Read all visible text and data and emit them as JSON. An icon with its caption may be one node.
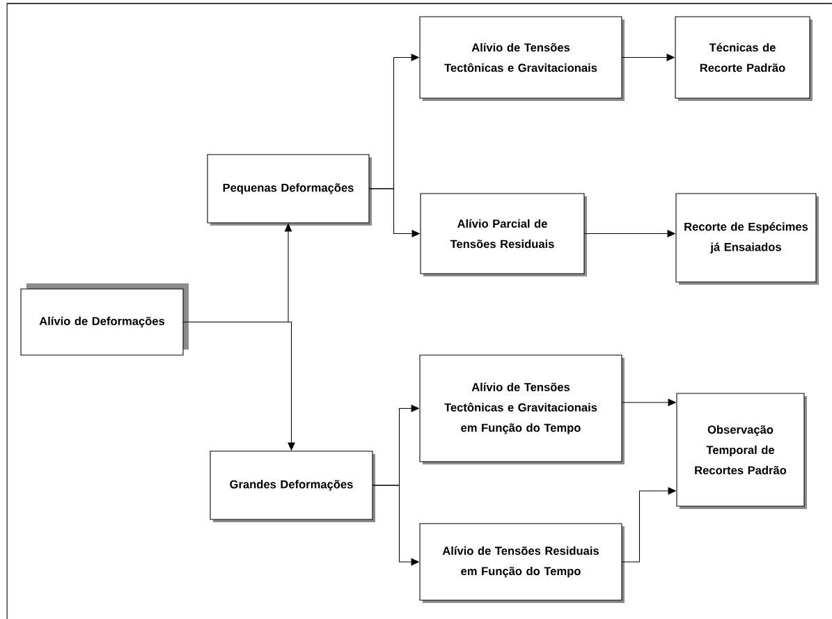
{
  "diagram": {
    "nodes": [
      {
        "text": [
          "Alívio de Deformações"
        ]
      },
      {
        "text": [
          "Pequenas Deformações"
        ]
      },
      {
        "text": [
          "Alívio de Tensões Tectônicas e Gravitacionais"
        ]
      },
      {
        "text": [
          "Técnicas de Recorte Padrão"
        ]
      },
      {
        "text": [
          "Alívio Parcial de Tensões Residuais"
        ]
      },
      {
        "text": [
          "Recorte de Espécimes já Ensaiados"
        ]
      },
      {
        "text": [
          "Grandes Deformações"
        ]
      },
      {
        "text": [
          "Alívio de Tensões Tectônicas e Gravitacionais em Função do Tempo"
        ]
      },
      {
        "text": [
          "Observação Temporal de Recortes Padrão"
        ]
      },
      {
        "text": [
          "Alívio de Tensões Residuais em Função do Tempo"
        ]
      }
    ],
    "edges": [
      {
        "from": 0,
        "to": 1,
        "arrow": "to"
      },
      {
        "from": 0,
        "to": 6,
        "arrow": "to"
      },
      {
        "from": 1,
        "to": 2,
        "arrow": "to"
      },
      {
        "from": 1,
        "to": 4,
        "arrow": "to"
      },
      {
        "from": 2,
        "to": 3,
        "arrow": "to"
      },
      {
        "from": 4,
        "to": 5,
        "arrow": "to"
      },
      {
        "from": 6,
        "to": 7,
        "arrow": "to"
      },
      {
        "from": 6,
        "to": 9,
        "arrow": "to"
      },
      {
        "from": 7,
        "to": 8,
        "arrow": "to"
      },
      {
        "from": 9,
        "to": 8,
        "arrow": "to"
      }
    ]
  }
}
